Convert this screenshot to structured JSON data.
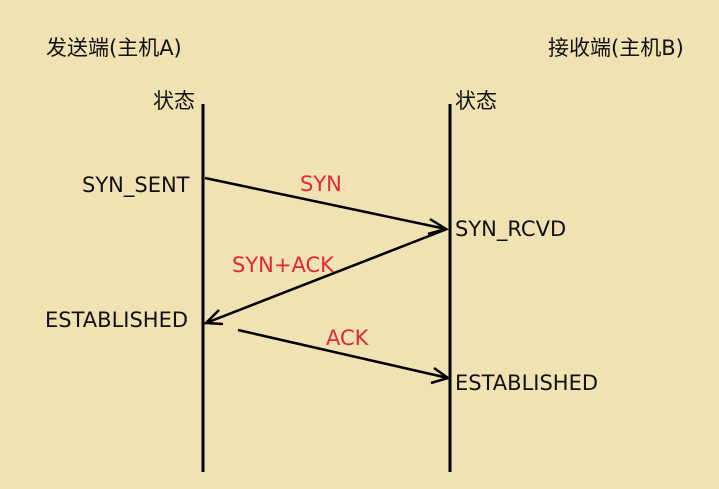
{
  "sender": {
    "title": "发送端(主机A)",
    "state_header": "状态",
    "states": [
      "SYN_SENT",
      "ESTABLISHED"
    ]
  },
  "receiver": {
    "title": "接收端(主机B)",
    "state_header": "状态",
    "states": [
      "SYN_RCVD",
      "ESTABLISHED"
    ]
  },
  "messages": [
    {
      "label": "SYN",
      "from": "sender",
      "to": "receiver"
    },
    {
      "label": "SYN+ACK",
      "from": "receiver",
      "to": "sender"
    },
    {
      "label": "ACK",
      "from": "sender",
      "to": "receiver"
    }
  ],
  "colors": {
    "background": "#f0e2b2",
    "line": "#000000",
    "message_text": "#e0283a",
    "text": "#111111"
  }
}
